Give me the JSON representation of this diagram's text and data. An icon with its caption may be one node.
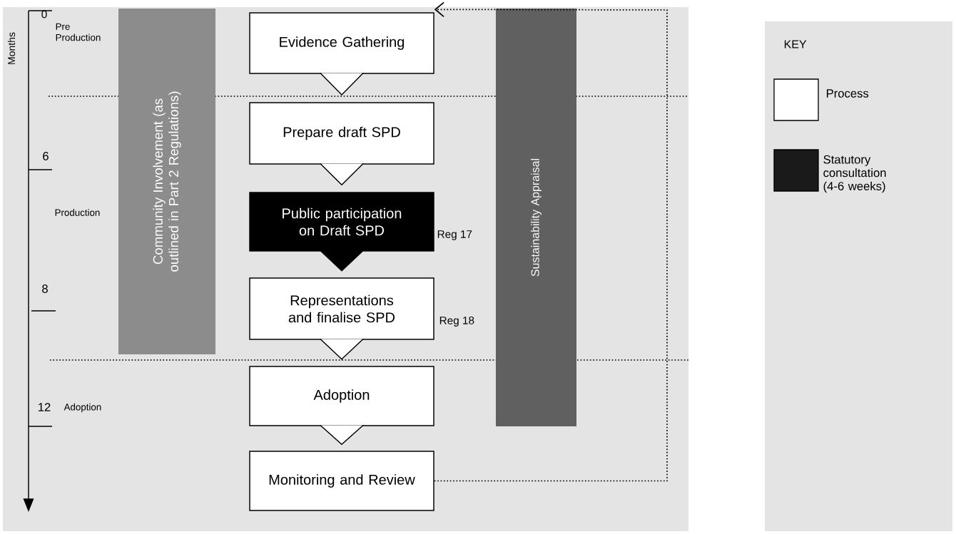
{
  "diagram": {
    "nodes": [
      {
        "text": [
          "Evidence Gathering"
        ]
      },
      {
        "text": [
          "Prepare draft SPD"
        ]
      },
      {
        "text": [
          "Public participation on Draft SPD"
        ],
        "beside": [
          "Reg 17"
        ]
      },
      {
        "text": [
          "Representations and finalise SPD"
        ],
        "beside": [
          "Reg 18"
        ]
      },
      {
        "text": [
          "Adoption"
        ]
      },
      {
        "text": [
          "Monitoring and Review"
        ]
      },
      {
        "text": [
          "Community Involvement (as outlined in Part 2 Regulations)"
        ]
      },
      {
        "text": [
          "Sustainability Appraisal"
        ]
      }
    ],
    "edges": [
      {
        "from": 0,
        "to": 1,
        "arrow": "to"
      },
      {
        "from": 1,
        "to": 2,
        "arrow": "to"
      },
      {
        "from": 2,
        "to": 3,
        "arrow": "to"
      },
      {
        "from": 3,
        "to": 4,
        "arrow": "to"
      },
      {
        "from": 4,
        "to": 5,
        "arrow": "to"
      },
      {
        "from": 5,
        "to": 0,
        "arrow": "to",
        "style": "dashed"
      }
    ],
    "labels": [
      "Months",
      "0",
      "Pre Production",
      "6",
      "Production",
      "8",
      "12",
      "Adoption",
      "KEY"
    ],
    "legend": [
      {
        "text": "Process",
        "color": "#ffffff"
      },
      {
        "text": "Statutory consultation (4-6 weeks)",
        "color": "#1a1a1a"
      }
    ]
  }
}
